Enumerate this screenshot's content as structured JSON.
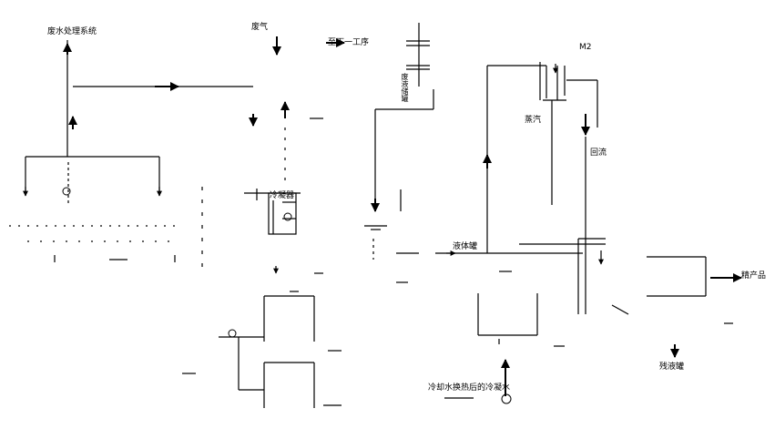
{
  "labels": {
    "top_left": "废水处理系统",
    "top_center": "废气",
    "top_arrow": "至下一工序",
    "mid_right_vertical": "废液储罐 ",
    "right_top_box": "M2",
    "steam": "蒸汽",
    "reflux": "回流",
    "right_output": "精产品",
    "bottom_right": "残液罐",
    "bottom_center": "冷却水换热后的冷凝水",
    "dispatch": "液体罐",
    "cond_label": "冷凝器"
  },
  "colors": {
    "line": "#000000",
    "background": "#ffffff"
  }
}
